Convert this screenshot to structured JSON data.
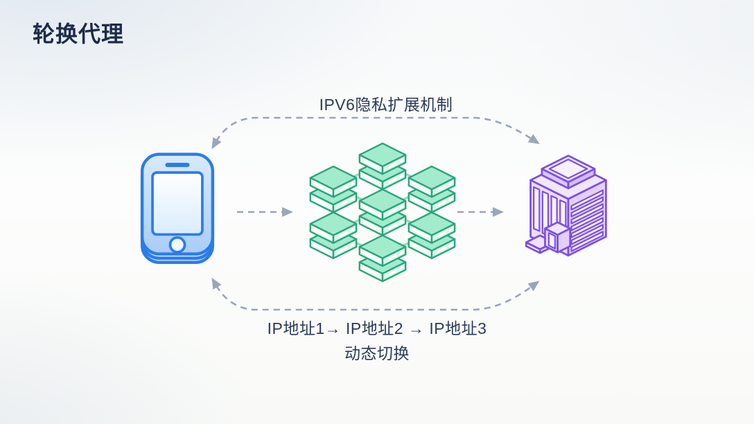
{
  "slide": {
    "title": "轮换代理",
    "top_flow_label": "IPV6隐私扩展机制",
    "bottom_flow_label_line1": "IP地址1→ IP地址2 → IP地址3",
    "bottom_flow_label_line2": "动态切换"
  },
  "nodes": {
    "client": "smartphone-icon",
    "proxy": "server-cluster-icon",
    "target": "building-icon"
  },
  "theme": {
    "title_color": "#1c2b4a",
    "label_color": "#2c3b58",
    "arrow_color": "#98a4b8",
    "phone_accent": "#2b7ce9",
    "server_accent": "#2aa47b",
    "building_accent": "#7c4fe0",
    "connector_color": "#90ddbb"
  }
}
